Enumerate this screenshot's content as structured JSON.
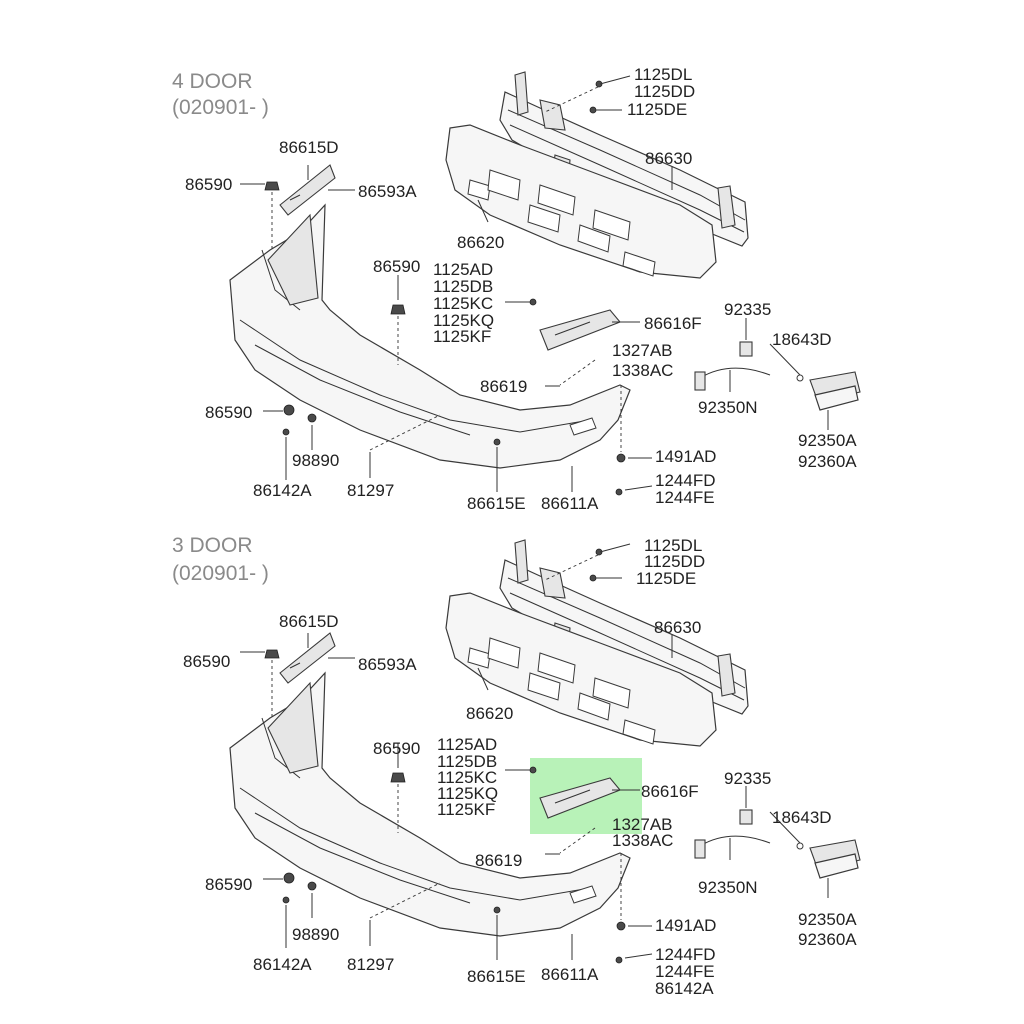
{
  "sections": [
    {
      "title": "4 DOOR",
      "subtitle": "(020901- )",
      "labels": {
        "l86615D": "86615D",
        "l86590a": "86590",
        "l86593A": "86593A",
        "l1125DL": "1125DL",
        "l1125DD": "1125DD",
        "l1125DE": "1125DE",
        "l86630": "86630",
        "l86620": "86620",
        "l86590b": "86590",
        "l1125AD": "1125AD",
        "l1125DB": "1125DB",
        "l1125KC": "1125KC",
        "l1125KQ": "1125KQ",
        "l1125KF": "1125KF",
        "l86616F": "86616F",
        "l92335": "92335",
        "l18643D": "18643D",
        "l1327AB": "1327AB",
        "l1338AC": "1338AC",
        "l86619": "86619",
        "l92350N": "92350N",
        "l86590c": "86590",
        "l98890": "98890",
        "l92350A": "92350A",
        "l92360A": "92360A",
        "l1491AD": "1491AD",
        "l1244FD": "1244FD",
        "l1244FE": "1244FE",
        "l86142A": "86142A",
        "l81297": "81297",
        "l86615E": "86615E",
        "l86611A": "86611A"
      }
    },
    {
      "title": "3 DOOR",
      "subtitle": "(020901- )",
      "labels": {
        "l86615D": "86615D",
        "l86590a": "86590",
        "l86593A": "86593A",
        "l1125DL": "1125DL",
        "l1125DD": "1125DD",
        "l1125DE": "1125DE",
        "l86630": "86630",
        "l86620": "86620",
        "l86590b": "86590",
        "l1125AD": "1125AD",
        "l1125DB": "1125DB",
        "l1125KC": "1125KC",
        "l1125KQ": "1125KQ",
        "l1125KF": "1125KF",
        "l86616F": "86616F",
        "l92335": "92335",
        "l18643D": "18643D",
        "l1327AB": "1327AB",
        "l1338AC": "1338AC",
        "l86619": "86619",
        "l92350N": "92350N",
        "l86590c": "86590",
        "l98890": "98890",
        "l92350A": "92350A",
        "l92360A": "92360A",
        "l1491AD": "1491AD",
        "l1244FD": "1244FD",
        "l1244FE": "1244FE",
        "l86142A_extra": "86142A",
        "l86142A": "86142A",
        "l81297": "81297",
        "l86615E": "86615E",
        "l86611A": "86611A"
      },
      "highlighted_part": "86616F"
    }
  ],
  "colors": {
    "highlight": "#7ee87e",
    "header_text": "#8a8a8a",
    "label_text": "#222222"
  }
}
